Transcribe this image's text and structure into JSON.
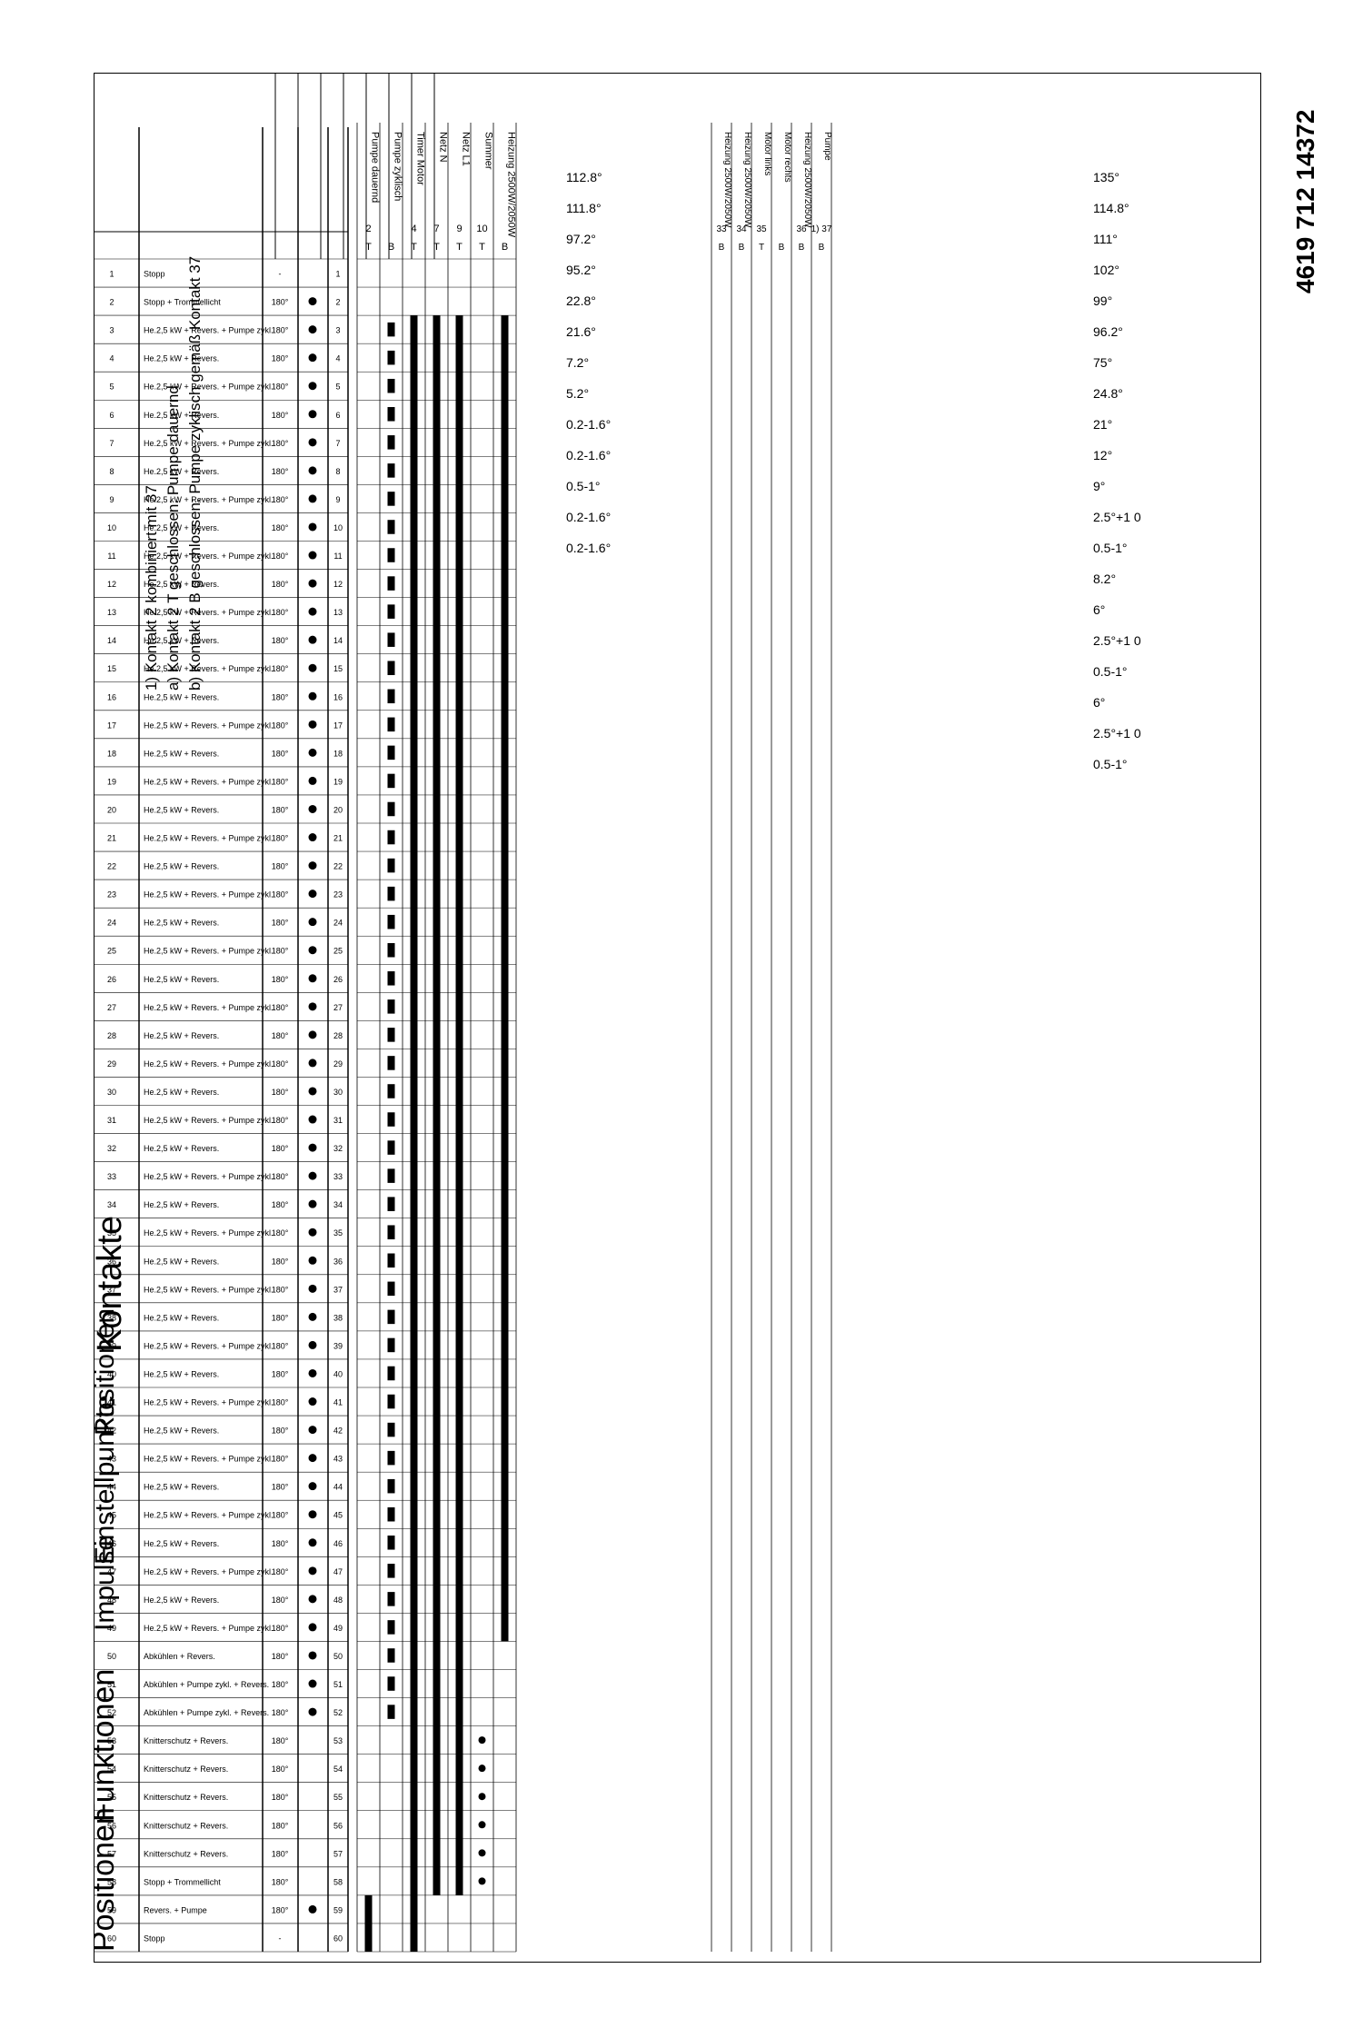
{
  "document_number": "4619 712 14372",
  "notes": [
    "1) Kontakt 2 kombiniert mit 37",
    "a) Kontakt 2 T geschlossen: Pumpe dauernd",
    "b) Kontakt 2 B geschlossen: Pumpe zyklisch gemäß Kontakt 37"
  ],
  "headers": {
    "positionen": "Positionen",
    "funktionen": "Funktionen",
    "impulse": "Impulse",
    "einstellpunkte": "Einstellpunkte",
    "positionen2": "Positionen",
    "kontakte": "Kontakte"
  },
  "contacts_left": [
    {
      "label": "Pumpe dauernd",
      "no": "2",
      "tb": "T",
      "sup": ""
    },
    {
      "label": "Pumpe zyklisch",
      "no": "",
      "tb": "B",
      "sup": ""
    },
    {
      "label": "Timer Motor",
      "no": "4",
      "tb": "T",
      "sup": ""
    },
    {
      "label": "Netz N",
      "no": "7",
      "tb": "T",
      "sup": ""
    },
    {
      "label": "Netz L1",
      "no": "9",
      "tb": "T",
      "sup": ""
    },
    {
      "label": "Summer",
      "no": "10",
      "tb": "T",
      "sup": ""
    },
    {
      "label": "Heizung 2500W/2050W",
      "no": "",
      "tb": "B",
      "sup": ""
    }
  ],
  "contacts_right": [
    {
      "label": "Heizung 2500W/2050W",
      "no": "33",
      "tb": "B"
    },
    {
      "label": "Heizung 2500W/2050W",
      "no": "34",
      "tb": "B"
    },
    {
      "label": "Motor links",
      "no": "35",
      "tb": "T"
    },
    {
      "label": "Motor rechts",
      "no": "",
      "tb": "B"
    },
    {
      "label": "Heizung 2500W/2050W",
      "no": "36",
      "tb": "B"
    },
    {
      "label": "Pumpe",
      "no": "37",
      "tb": "B",
      "sup": "1)"
    }
  ],
  "rows": [
    {
      "pos": "1",
      "func": "Stopp",
      "imp": "-",
      "dot": false
    },
    {
      "pos": "2",
      "func": "Stopp + Trommellicht",
      "imp": "180°",
      "dot": true
    },
    {
      "pos": "3",
      "func": "He.2,5 kW + Revers. + Pumpe zykl.",
      "imp": "180°",
      "dot": true
    },
    {
      "pos": "4",
      "func": "He.2,5 kW + Revers.",
      "imp": "180°",
      "dot": true
    },
    {
      "pos": "5",
      "func": "He.2,5 kW + Revers. + Pumpe zykl.",
      "imp": "180°",
      "dot": true
    },
    {
      "pos": "6",
      "func": "He.2,5 kW + Revers.",
      "imp": "180°",
      "dot": true
    },
    {
      "pos": "7",
      "func": "He.2,5 kW + Revers. + Pumpe zykl.",
      "imp": "180°",
      "dot": true
    },
    {
      "pos": "8",
      "func": "He.2,5 kW + Revers.",
      "imp": "180°",
      "dot": true
    },
    {
      "pos": "9",
      "func": "He.2,5 kW + Revers. + Pumpe zykl.",
      "imp": "180°",
      "dot": true
    },
    {
      "pos": "10",
      "func": "He.2,5 kW + Revers.",
      "imp": "180°",
      "dot": true
    },
    {
      "pos": "11",
      "func": "He.2,5 kW + Revers. + Pumpe zykl.",
      "imp": "180°",
      "dot": true
    },
    {
      "pos": "12",
      "func": "He.2,5 kW + Revers.",
      "imp": "180°",
      "dot": true
    },
    {
      "pos": "13",
      "func": "He.2,5 kW + Revers. + Pumpe zykl.",
      "imp": "180°",
      "dot": true
    },
    {
      "pos": "14",
      "func": "He.2,5 kW + Revers.",
      "imp": "180°",
      "dot": true
    },
    {
      "pos": "15",
      "func": "He.2,5 kW + Revers. + Pumpe zykl.",
      "imp": "180°",
      "dot": true
    },
    {
      "pos": "16",
      "func": "He.2,5 kW + Revers.",
      "imp": "180°",
      "dot": true
    },
    {
      "pos": "17",
      "func": "He.2,5 kW + Revers. + Pumpe zykl.",
      "imp": "180°",
      "dot": true
    },
    {
      "pos": "18",
      "func": "He.2,5 kW + Revers.",
      "imp": "180°",
      "dot": true
    },
    {
      "pos": "19",
      "func": "He.2,5 kW + Revers. + Pumpe zykl.",
      "imp": "180°",
      "dot": true
    },
    {
      "pos": "20",
      "func": "He.2,5 kW + Revers.",
      "imp": "180°",
      "dot": true
    },
    {
      "pos": "21",
      "func": "He.2,5 kW + Revers. + Pumpe zykl.",
      "imp": "180°",
      "dot": true
    },
    {
      "pos": "22",
      "func": "He.2,5 kW + Revers.",
      "imp": "180°",
      "dot": true
    },
    {
      "pos": "23",
      "func": "He.2,5 kW + Revers. + Pumpe zykl.",
      "imp": "180°",
      "dot": true
    },
    {
      "pos": "24",
      "func": "He.2,5 kW + Revers.",
      "imp": "180°",
      "dot": true
    },
    {
      "pos": "25",
      "func": "He.2,5 kW + Revers. + Pumpe zykl.",
      "imp": "180°",
      "dot": true
    },
    {
      "pos": "26",
      "func": "He.2,5 kW + Revers.",
      "imp": "180°",
      "dot": true
    },
    {
      "pos": "27",
      "func": "He.2,5 kW + Revers. + Pumpe zykl.",
      "imp": "180°",
      "dot": true
    },
    {
      "pos": "28",
      "func": "He.2,5 kW + Revers.",
      "imp": "180°",
      "dot": true
    },
    {
      "pos": "29",
      "func": "He.2,5 kW + Revers. + Pumpe zykl.",
      "imp": "180°",
      "dot": true
    },
    {
      "pos": "30",
      "func": "He.2,5 kW + Revers.",
      "imp": "180°",
      "dot": true
    },
    {
      "pos": "31",
      "func": "He.2,5 kW + Revers. + Pumpe zykl.",
      "imp": "180°",
      "dot": true
    },
    {
      "pos": "32",
      "func": "He.2,5 kW + Revers.",
      "imp": "180°",
      "dot": true
    },
    {
      "pos": "33",
      "func": "He.2,5 kW + Revers. + Pumpe zykl.",
      "imp": "180°",
      "dot": true
    },
    {
      "pos": "34",
      "func": "He.2,5 kW + Revers.",
      "imp": "180°",
      "dot": true
    },
    {
      "pos": "35",
      "func": "He.2,5 kW + Revers. + Pumpe zykl.",
      "imp": "180°",
      "dot": true
    },
    {
      "pos": "36",
      "func": "He.2,5 kW + Revers.",
      "imp": "180°",
      "dot": true
    },
    {
      "pos": "37",
      "func": "He.2,5 kW + Revers. + Pumpe zykl.",
      "imp": "180°",
      "dot": true
    },
    {
      "pos": "38",
      "func": "He.2,5 kW + Revers.",
      "imp": "180°",
      "dot": true
    },
    {
      "pos": "39",
      "func": "He.2,5 kW + Revers. + Pumpe zykl.",
      "imp": "180°",
      "dot": true
    },
    {
      "pos": "40",
      "func": "He.2,5 kW + Revers.",
      "imp": "180°",
      "dot": true
    },
    {
      "pos": "41",
      "func": "He.2,5 kW + Revers. + Pumpe zykl.",
      "imp": "180°",
      "dot": true
    },
    {
      "pos": "42",
      "func": "He.2,5 kW + Revers.",
      "imp": "180°",
      "dot": true
    },
    {
      "pos": "43",
      "func": "He.2,5 kW + Revers. + Pumpe zykl.",
      "imp": "180°",
      "dot": true
    },
    {
      "pos": "44",
      "func": "He.2,5 kW + Revers.",
      "imp": "180°",
      "dot": true
    },
    {
      "pos": "45",
      "func": "He.2,5 kW + Revers. + Pumpe zykl.",
      "imp": "180°",
      "dot": true
    },
    {
      "pos": "46",
      "func": "He.2,5 kW + Revers.",
      "imp": "180°",
      "dot": true
    },
    {
      "pos": "47",
      "func": "He.2,5 kW + Revers. + Pumpe zykl.",
      "imp": "180°",
      "dot": true
    },
    {
      "pos": "48",
      "func": "He.2,5 kW + Revers.",
      "imp": "180°",
      "dot": true
    },
    {
      "pos": "49",
      "func": "He.2,5 kW + Revers. + Pumpe zykl.",
      "imp": "180°",
      "dot": true
    },
    {
      "pos": "50",
      "func": "Abkühlen + Revers.",
      "imp": "180°",
      "dot": true
    },
    {
      "pos": "51",
      "func": "Abkühlen + Pumpe zykl. + Revers.",
      "imp": "180°",
      "dot": true
    },
    {
      "pos": "52",
      "func": "Abkühlen + Pumpe zykl. + Revers.",
      "imp": "180°",
      "dot": true
    },
    {
      "pos": "53",
      "func": "Knitterschutz + Revers.",
      "imp": "180°",
      "dot": false
    },
    {
      "pos": "54",
      "func": "Knitterschutz + Revers.",
      "imp": "180°",
      "dot": false
    },
    {
      "pos": "55",
      "func": "Knitterschutz + Revers.",
      "imp": "180°",
      "dot": false
    },
    {
      "pos": "56",
      "func": "Knitterschutz + Revers.",
      "imp": "180°",
      "dot": false
    },
    {
      "pos": "57",
      "func": "Knitterschutz + Revers.",
      "imp": "180°",
      "dot": false
    },
    {
      "pos": "58",
      "func": "Stopp + Trommellicht",
      "imp": "180°",
      "dot": false
    },
    {
      "pos": "59",
      "func": "Revers. + Pumpe",
      "imp": "180°",
      "dot": true
    },
    {
      "pos": "60",
      "func": "Stopp",
      "imp": "-",
      "dot": false
    }
  ],
  "timing_upper": [
    "135°",
    "114.8°",
    "111°",
    "102°",
    "99°",
    "96.2°",
    "75°",
    "24.8°",
    "21°",
    "12°",
    "9°",
    "2.5°+1 0",
    "0.5-1°",
    "8.2°",
    "6°",
    "2.5°+1 0",
    "0.5-1°",
    "6°",
    "2.5°+1 0",
    "0.5-1°"
  ],
  "timing_lower": [
    "112.8°",
    "111.8°",
    "97.2°",
    "95.2°",
    "22.8°",
    "21.6°",
    "7.2°",
    "5.2°",
    "0.2-1.6°",
    "0.2-1.6°",
    "0.5-1°",
    "0.2-1.6°",
    "0.2-1.6°"
  ]
}
